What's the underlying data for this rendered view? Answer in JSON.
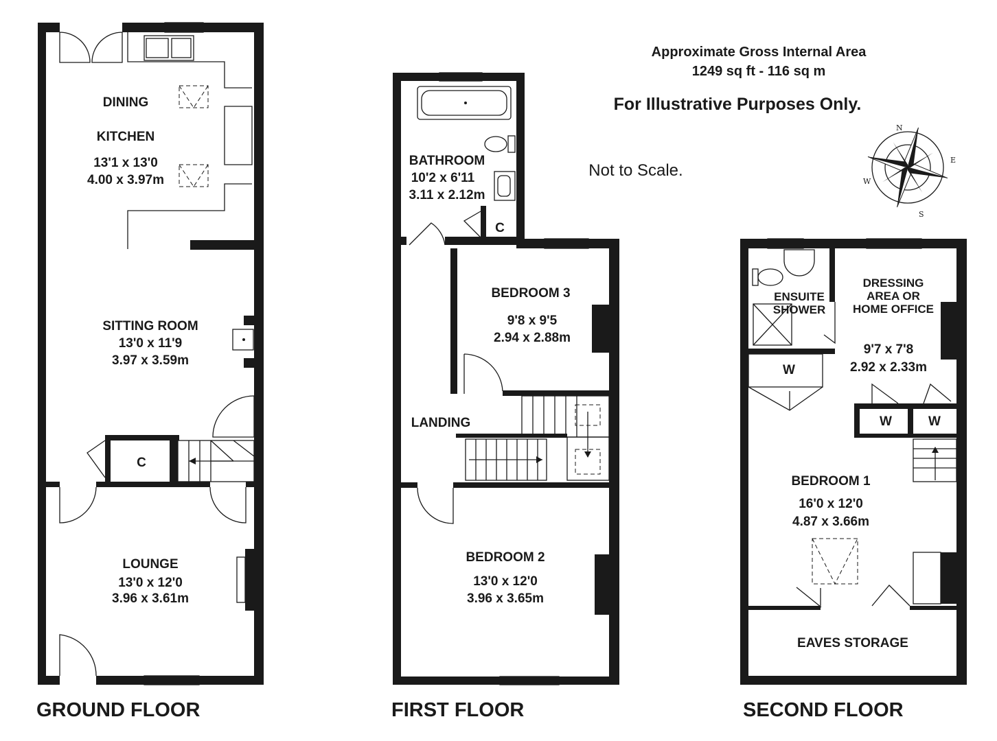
{
  "header": {
    "area_title": "Approximate Gross Internal Area",
    "area_value": "1249 sq ft - 116 sq m",
    "disclaimer": "For Illustrative Purposes Only.",
    "scale_note": "Not to Scale."
  },
  "compass": {
    "n": "N",
    "e": "E",
    "s": "S",
    "w": "W"
  },
  "ground_floor": {
    "title": "GROUND FLOOR",
    "dining_kitchen": {
      "line1": "DINING",
      "line2": "KITCHEN",
      "imperial": "13'1 x 13'0",
      "metric": "4.00 x 3.97m"
    },
    "sitting_room": {
      "name": "SITTING ROOM",
      "imperial": "13'0 x 11'9",
      "metric": "3.97 x 3.59m"
    },
    "cupboard": "C",
    "lounge": {
      "name": "LOUNGE",
      "imperial": "13'0 x 12'0",
      "metric": "3.96 x 3.61m"
    }
  },
  "first_floor": {
    "title": "FIRST FLOOR",
    "bathroom": {
      "name": "BATHROOM",
      "imperial": "10'2 x 6'11",
      "metric": "3.11 x 2.12m"
    },
    "cupboard": "C",
    "bedroom3": {
      "name": "BEDROOM  3",
      "imperial": "9'8 x 9'5",
      "metric": "2.94 x 2.88m"
    },
    "landing": "LANDING",
    "bedroom2": {
      "name": "BEDROOM  2",
      "imperial": "13'0 x 12'0",
      "metric": "3.96 x 3.65m"
    }
  },
  "second_floor": {
    "title": "SECOND FLOOR",
    "ensuite": {
      "line1": "ENSUITE",
      "line2": "SHOWER"
    },
    "dressing": {
      "line1": "DRESSING",
      "line2": "AREA OR",
      "line3": "HOME OFFICE",
      "imperial": "9'7 x 7'8",
      "metric": "2.92 x 2.33m"
    },
    "wardrobe": "W",
    "bedroom1": {
      "name": "BEDROOM  1",
      "imperial": "16'0 x 12'0",
      "metric": "4.87 x 3.66m"
    },
    "eaves": "EAVES STORAGE"
  }
}
